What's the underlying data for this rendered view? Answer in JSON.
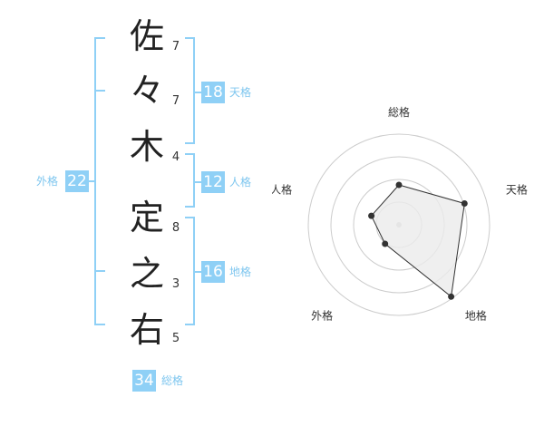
{
  "name_chars": [
    "佐",
    "々",
    "木",
    "定",
    "之",
    "右"
  ],
  "strokes": [
    "7",
    "7",
    "4",
    "8",
    "3",
    "5"
  ],
  "kaku": {
    "tenkaku": {
      "value": "18",
      "label": "天格"
    },
    "jinkaku": {
      "value": "12",
      "label": "人格"
    },
    "chikaku": {
      "value": "16",
      "label": "地格"
    },
    "gaikaku": {
      "value": "22",
      "label": "外格"
    },
    "soukaku": {
      "value": "34",
      "label": "総格"
    }
  },
  "colors": {
    "accent": "#8fd0f6",
    "bracket": "#8fd0f6",
    "radar_fill": "#ebebeb"
  },
  "chart_data": {
    "type": "radar",
    "axes": [
      "総格",
      "天格",
      "地格",
      "外格",
      "人格"
    ],
    "max": 5,
    "rings": 4,
    "values": [
      2.2,
      3.8,
      4.9,
      1.3,
      1.6
    ]
  }
}
